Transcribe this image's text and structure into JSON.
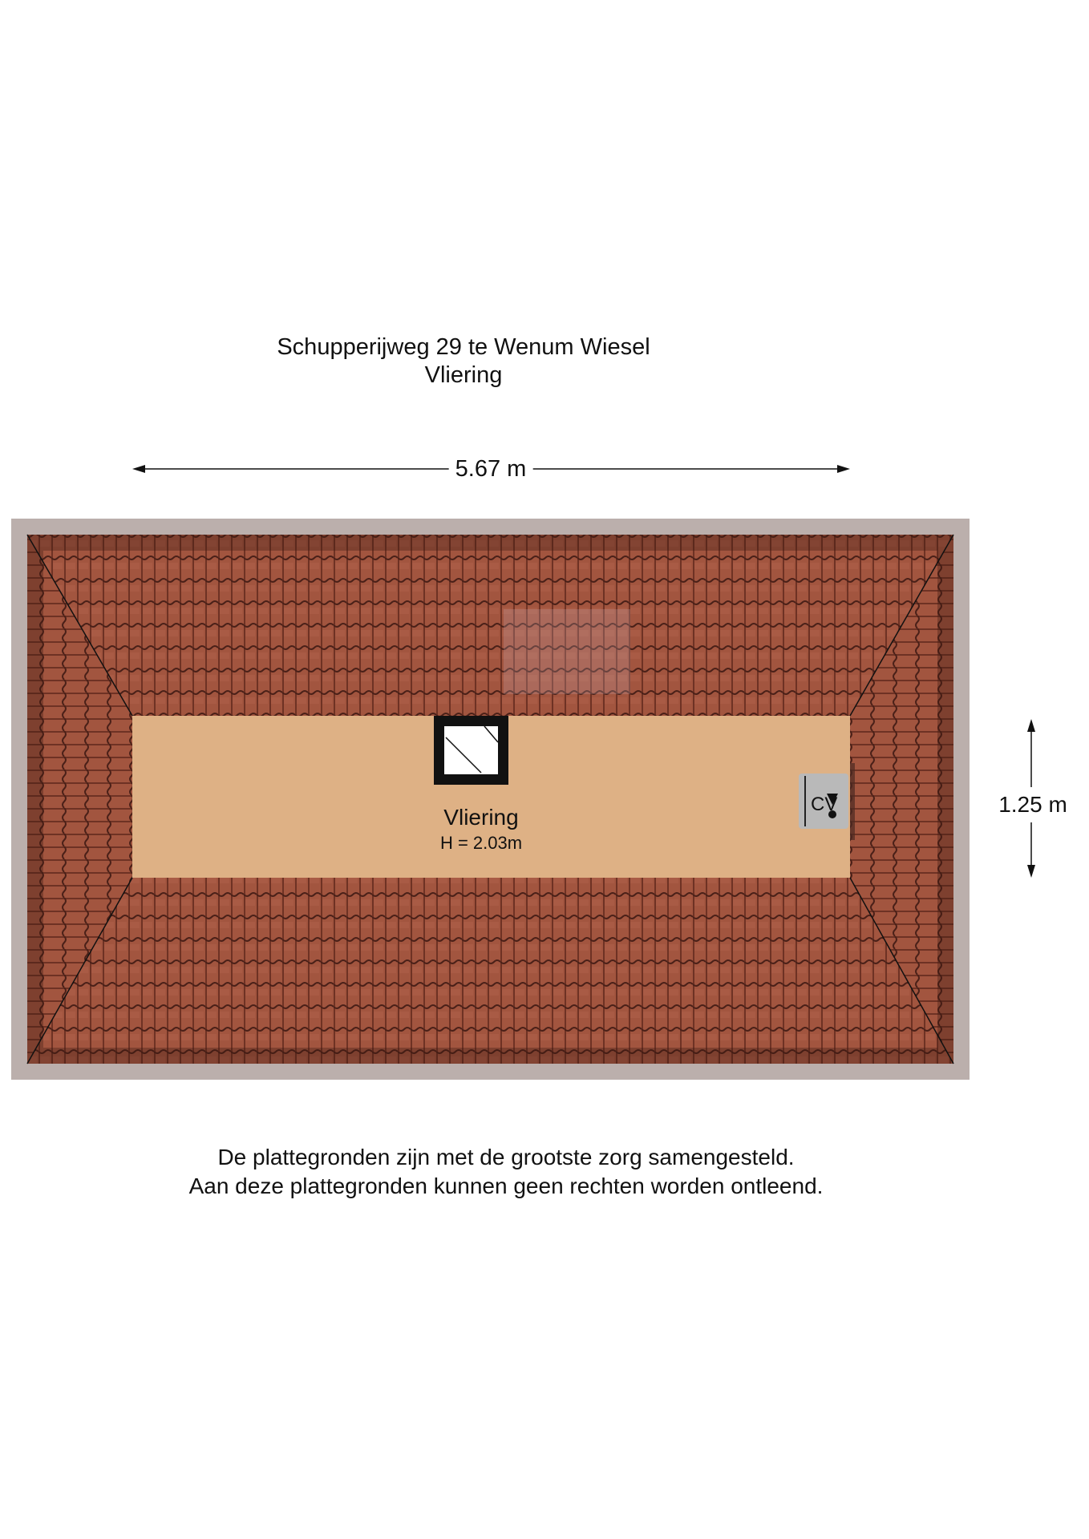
{
  "header": {
    "address": "Schupperijweg 29 te Wenum Wiesel",
    "floor": "Vliering"
  },
  "dimensions": {
    "width": "5.67 m",
    "depth": "1.25 m"
  },
  "room": {
    "name": "Vliering",
    "height": "H = 2.03m"
  },
  "fixtures": {
    "boiler_label": "CV"
  },
  "footer": {
    "line1": "De plattegronden zijn met de grootste zorg samengesteld.",
    "line2": "Aan deze plattegronden kunnen geen rechten worden ontleend."
  },
  "colors": {
    "roof": "#9a4f3e",
    "floor": "#deb185",
    "boiler": "#b9b9b9"
  }
}
